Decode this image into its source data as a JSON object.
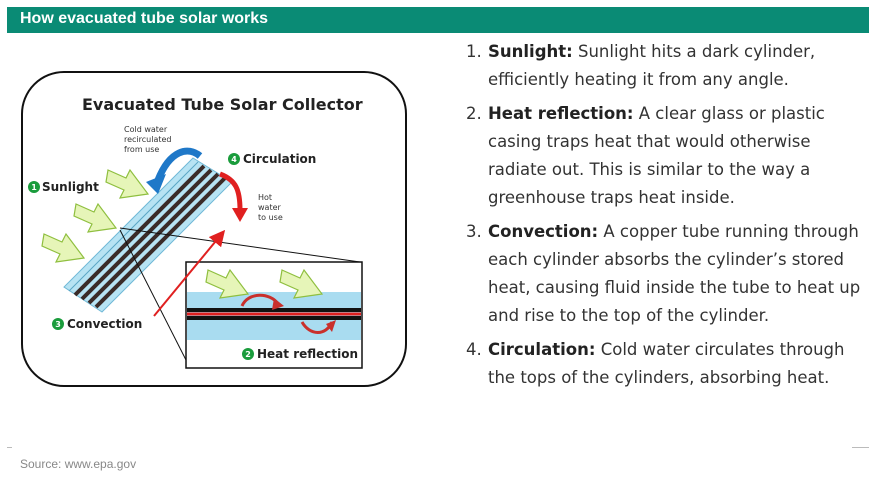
{
  "header": {
    "title": "How evacuated tube solar works"
  },
  "diagram": {
    "title": "Evacuated Tube Solar Collector",
    "cold_water_lines": [
      "Cold water",
      "recirculated",
      "from use"
    ],
    "hot_water_lines": [
      "Hot",
      "water",
      "to use"
    ],
    "labels": [
      {
        "num": "1",
        "text": "Sunlight"
      },
      {
        "num": "2",
        "text": "Heat reflection"
      },
      {
        "num": "3",
        "text": "Convection"
      },
      {
        "num": "4",
        "text": "Circulation"
      }
    ],
    "colors": {
      "badge": "#1a9c3c",
      "arrow_fill": "#e6f5b8",
      "arrow_stroke": "#8fbf3f",
      "tube_blue": "#a9dcf0",
      "flow_red": "#e02020",
      "flow_blue": "#1f78c8"
    }
  },
  "steps": [
    {
      "num": "1.",
      "title": "Sunlight:",
      "text": " Sunlight hits a dark cylinder, efficiently heating it from any angle."
    },
    {
      "num": "2.",
      "title": "Heat reflection:",
      "text": " A clear glass or plastic casing traps heat that would otherwise radiate out. This is similar to the way a greenhouse traps heat inside."
    },
    {
      "num": "3.",
      "title": "Convection:",
      "text": " A copper tube running through each cylinder absorbs the cylinder’s stored heat, causing fluid inside the tube to heat up and rise to the top of the cylinder."
    },
    {
      "num": "4.",
      "title": "Circulation:",
      "text": " Cold water circulates through the tops of the cylinders, absorbing heat."
    }
  ],
  "source": "Source: www.epa.gov"
}
